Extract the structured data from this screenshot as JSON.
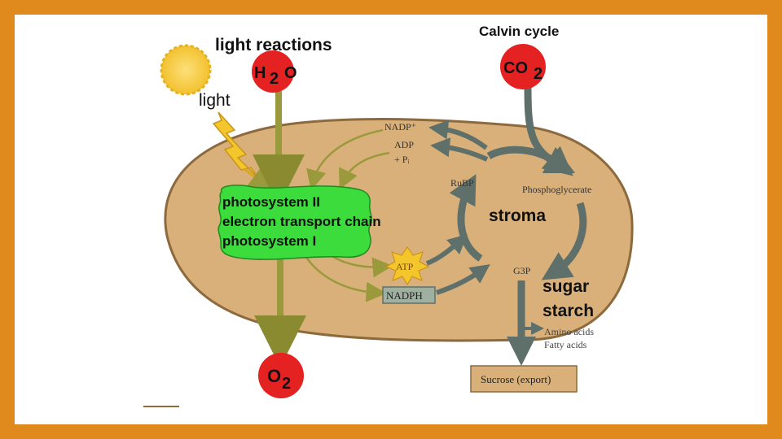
{
  "labels": {
    "light_reactions": "light reactions",
    "calvin_cycle": "Calvin cycle",
    "light": "light",
    "photosystem_ii": "photosystem II",
    "electron_transport_chain": "electron transport chain",
    "photosystem_i": "photosystem I",
    "stroma": "stroma",
    "sugar": "sugar",
    "starch": "starch",
    "nadp_plus": "NADP⁺",
    "adp": "ADP",
    "pi": "+ Pᵢ",
    "atp": "ATP",
    "nadph": "NADPH",
    "rubp": "RuBP",
    "phosphoglycerate": "Phosphoglycerate",
    "g3p": "G3P",
    "amino_acids": "Amino acids",
    "fatty_acids": "Fatty acids",
    "sucrose_export": "Sucrose (export)"
  },
  "molecules": {
    "h2o_main": "H",
    "h2o_sub": "2",
    "h2o_end": "O",
    "co2_main": "CO",
    "co2_sub": "2",
    "o2_main": "O",
    "o2_sub": "2"
  },
  "colors": {
    "frame_orange": "#e08a1e",
    "chloroplast_tan": "#d9b07a",
    "thylakoid_green": "#3ddc3d",
    "molecule_red": "#e52222",
    "arrow_olive": "#9a9a3c",
    "arrow_slate": "#5f706a",
    "sun_yellow": "#f5cc3a"
  }
}
